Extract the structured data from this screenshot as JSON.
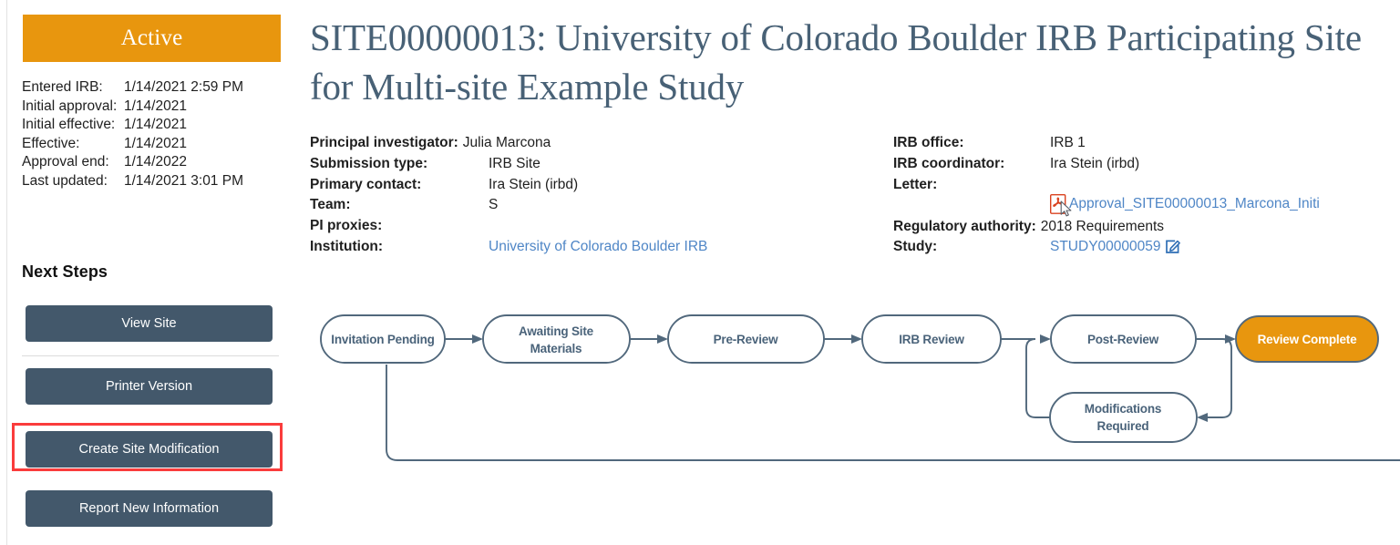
{
  "sidebar": {
    "status_badge": "Active",
    "meta": [
      {
        "label": "Entered IRB:",
        "value": "1/14/2021 2:59 PM"
      },
      {
        "label": "Initial approval:",
        "value": "1/14/2021"
      },
      {
        "label": "Initial effective:",
        "value": "1/14/2021"
      },
      {
        "label": "Effective:",
        "value": "1/14/2021"
      },
      {
        "label": "Approval end:",
        "value": "1/14/2022"
      },
      {
        "label": "Last updated:",
        "value": "1/14/2021 3:01 PM"
      }
    ],
    "next_steps_title": "Next Steps",
    "buttons": {
      "view_site": "View Site",
      "printer_version": "Printer Version",
      "create_site_modification": "Create Site Modification",
      "report_new_information": "Report New Information"
    }
  },
  "main": {
    "title": "SITE00000013: University of Colorado Boulder IRB Participating Site for Multi-site Example Study",
    "left_fields": [
      {
        "label": "Principal investigator:",
        "value": "Julia Marcona"
      },
      {
        "label": "Submission type:",
        "value": "IRB Site"
      },
      {
        "label": "Primary contact:",
        "value": "Ira Stein (irbd)"
      },
      {
        "label": "Team:",
        "value": "S"
      },
      {
        "label": "PI proxies:",
        "value": ""
      },
      {
        "label": "Institution:",
        "value": "University of Colorado Boulder IRB"
      }
    ],
    "right_fields": {
      "irb_office_label": "IRB office:",
      "irb_office_value": "IRB 1",
      "irb_coordinator_label": "IRB coordinator:",
      "irb_coordinator_value": "Ira Stein (irbd)",
      "letter_label": "Letter:",
      "letter_value": "Approval_SITE00000013_Marcona_Initi",
      "regulatory_authority_label": "Regulatory authority:",
      "regulatory_authority_value": "2018 Requirements",
      "study_label": "Study:",
      "study_value": "STUDY00000059"
    }
  },
  "workflow": {
    "nodes": [
      {
        "id": "invitation-pending",
        "lines": [
          "Invitation Pending"
        ],
        "active": false
      },
      {
        "id": "awaiting-site-materials",
        "lines": [
          "Awaiting Site",
          "Materials"
        ],
        "active": false
      },
      {
        "id": "pre-review",
        "lines": [
          "Pre-Review"
        ],
        "active": false
      },
      {
        "id": "irb-review",
        "lines": [
          "IRB Review"
        ],
        "active": false
      },
      {
        "id": "post-review",
        "lines": [
          "Post-Review"
        ],
        "active": false
      },
      {
        "id": "modifications-required",
        "lines": [
          "Modifications",
          "Required"
        ],
        "active": false
      },
      {
        "id": "review-complete",
        "lines": [
          "Review Complete"
        ],
        "active": true
      }
    ]
  },
  "colors": {
    "accent_orange": "#e8960e",
    "button_slate": "#43586b",
    "title_slate": "#486176",
    "link_blue": "#4f86c6",
    "highlight_red": "#fa3c3c",
    "diagram_stroke": "#51687c"
  }
}
